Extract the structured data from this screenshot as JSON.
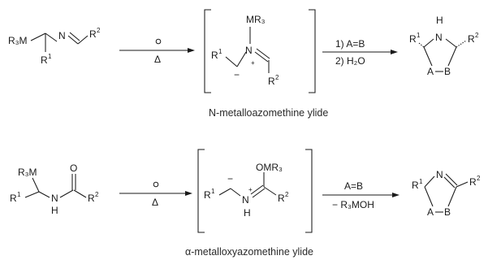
{
  "schemes": [
    {
      "caption": "N-metalloazomethine ylide",
      "start": {
        "r3m": "R₃M",
        "n": "N",
        "r2": "R",
        "r2sup": "2",
        "r1": "R",
        "r1sup": "1"
      },
      "arrow1": {
        "condition": "Δ"
      },
      "ylide": {
        "mr3": "MR₃",
        "n": "N",
        "r1": "R",
        "r1sup": "1",
        "r2": "R",
        "r2sup": "2",
        "minus": "−",
        "plus": "+"
      },
      "arrow2": {
        "line1": "1) A=B",
        "line2": "2) H₂O"
      },
      "product": {
        "h": "H",
        "n": "N",
        "r1": "R",
        "r1sup": "1",
        "r2": "R",
        "r2sup": "2",
        "a": "A",
        "b": "B"
      }
    },
    {
      "caption": "α-metalloxyazomethine ylide",
      "start": {
        "r3m": "R₃M",
        "o": "O",
        "r1": "R",
        "r1sup": "1",
        "nh_n": "N",
        "nh_h": "H",
        "r2": "R",
        "r2sup": "2"
      },
      "arrow1": {
        "condition": "Δ"
      },
      "ylide": {
        "omr3": "OMR₃",
        "r1": "R",
        "r1sup": "1",
        "n": "N",
        "h": "H",
        "r2": "R",
        "r2sup": "2",
        "minus": "−",
        "plus": "+"
      },
      "arrow2": {
        "line1": "A=B",
        "line2": "− R₃MOH"
      },
      "product": {
        "n": "N",
        "r1": "R",
        "r1sup": "1",
        "r2": "R",
        "r2sup": "2",
        "a": "A",
        "b": "B"
      }
    }
  ]
}
